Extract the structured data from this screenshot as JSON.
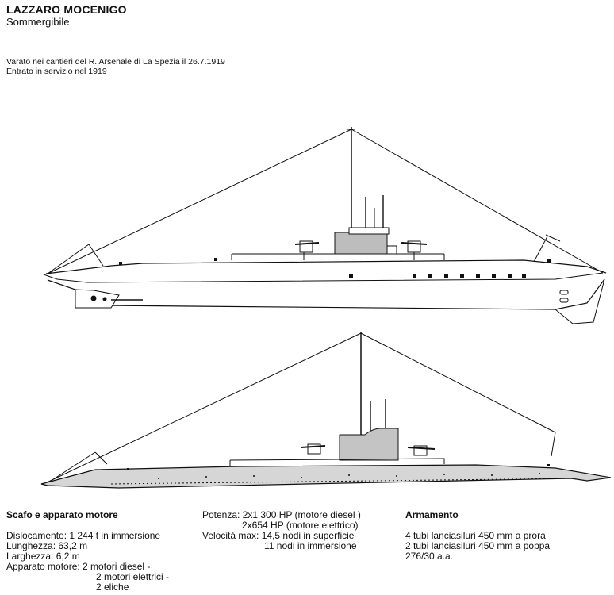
{
  "header": {
    "title": "LAZZARO MOCENIGO",
    "subtitle": "Sommergibile",
    "launch": "Varato nei cantieri del R. Arsenale di La Spezia il 26.7.1919",
    "service": "Entrato in servizio nel 1919"
  },
  "hull": {
    "heading": "Scafo e apparato motore",
    "displacement": "Dislocamento: 1 244 t in immersione",
    "length": "Lunghezza: 63,2 m",
    "beam": "Larghezza: 6,2 m",
    "machinery_1": "Apparato motore: 2 motori diesel -",
    "machinery_2": "2 motori elettrici -",
    "machinery_3": "2  eliche"
  },
  "power": {
    "line_1": "Potenza: 2x1 300 HP (motore diesel )",
    "line_2": "2x654 HP (motore elettrico)",
    "line_3": "Velocità max: 14,5 nodi in superficie",
    "line_4": "11 nodi in immersione"
  },
  "armament": {
    "heading": "Armamento",
    "line_1": "4 tubi lanciasiluri 450 mm a prora",
    "line_2": "2 tubi lanciasiluri 450 mm a poppa",
    "line_3": "276/30 a.a."
  },
  "colors": {
    "ink": "#111111",
    "tower_fill": "#bdbdbd",
    "hull_shade": "#d6d6d6"
  }
}
